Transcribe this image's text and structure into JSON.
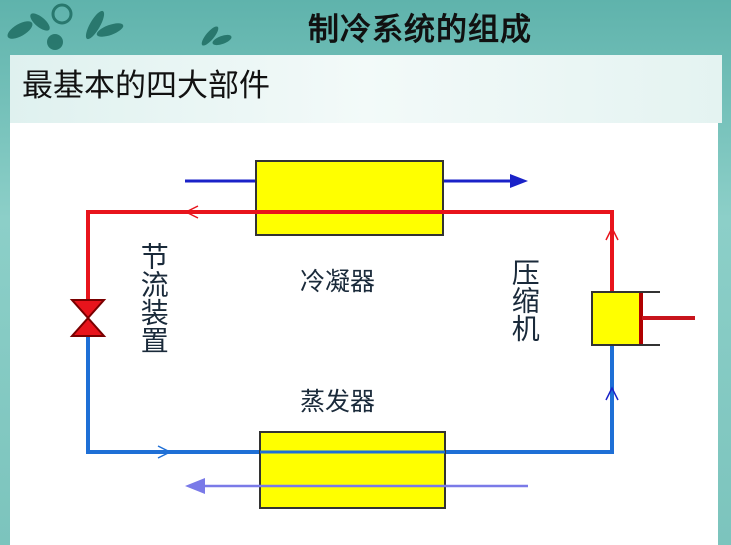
{
  "slide": {
    "title": "制冷系统的组成",
    "subtitle": "最基本的四大部件"
  },
  "diagram": {
    "components": {
      "condenser": "冷凝器",
      "evaporator": "蒸发器",
      "compressor": "压缩机",
      "throttle": "节流装置"
    },
    "colors": {
      "high_pressure": "#e8141c",
      "low_pressure": "#1e6fd6",
      "component_fill": "#ffff00",
      "cooling_flow": "#1a22c8",
      "evaporator_flow": "#7a7ae8"
    }
  }
}
